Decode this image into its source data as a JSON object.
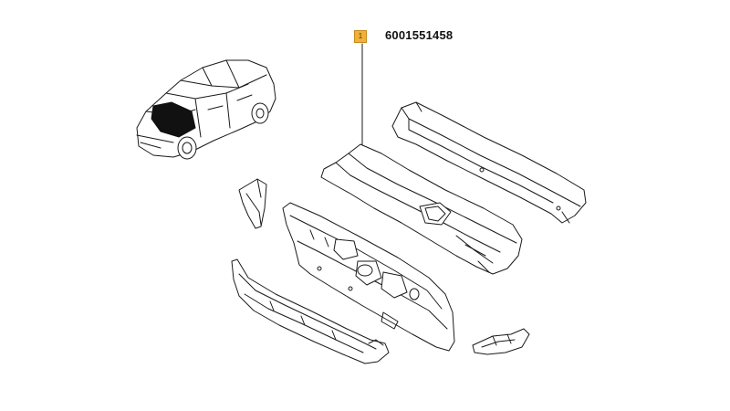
{
  "callout": {
    "marker_label": "1",
    "part_number": "6001551458",
    "marker_color": "#f0b03a"
  },
  "parts": [
    {
      "name": "car-overview"
    },
    {
      "name": "upper-cowl-panel"
    },
    {
      "name": "cowl-crossmember"
    },
    {
      "name": "left-bracket"
    },
    {
      "name": "dash-panel"
    },
    {
      "name": "lower-cowl-panel"
    },
    {
      "name": "right-bracket"
    }
  ]
}
